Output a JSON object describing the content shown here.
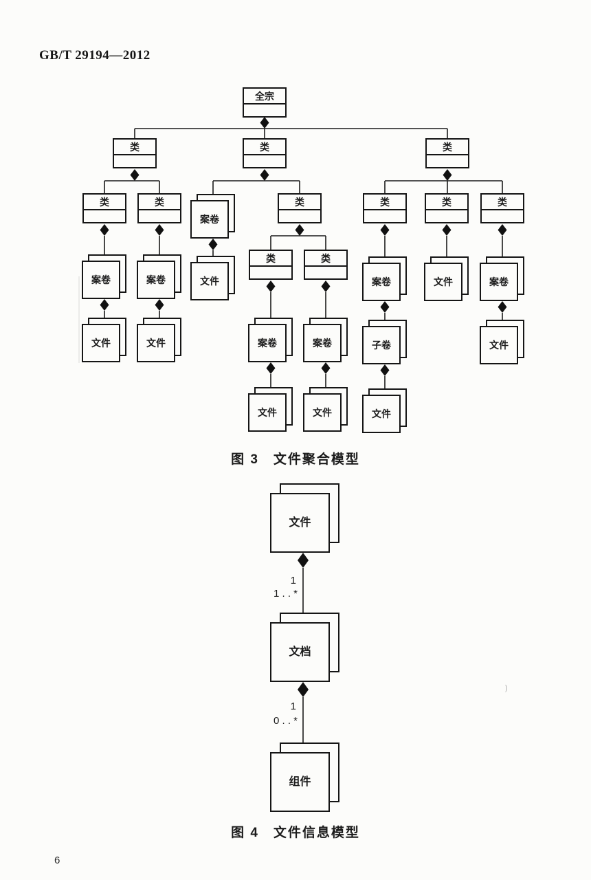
{
  "colors": {
    "paper": "#fcfcfa",
    "ink": "#1b1b1b"
  },
  "header": {
    "doc_code": "GB/T 29194—2012"
  },
  "footer": {
    "page_number": "6"
  },
  "fig3": {
    "caption": "图 3　文件聚合模型",
    "node_labels": {
      "fonds": "全宗",
      "class": "类",
      "folder": "案卷",
      "file": "文件",
      "sub_folder": "子卷"
    },
    "hierarchy": {
      "label": "全宗",
      "children": [
        {
          "label": "类",
          "children": [
            {
              "label": "类",
              "children": [
                {
                  "label": "案卷",
                  "children": [
                    {
                      "label": "文件"
                    }
                  ]
                }
              ]
            },
            {
              "label": "类",
              "children": [
                {
                  "label": "案卷",
                  "children": [
                    {
                      "label": "文件"
                    }
                  ]
                }
              ]
            }
          ]
        },
        {
          "label": "类",
          "children": [
            {
              "label": "案卷",
              "children": [
                {
                  "label": "文件"
                }
              ]
            },
            {
              "label": "类",
              "children": [
                {
                  "label": "类",
                  "children": [
                    {
                      "label": "案卷",
                      "children": [
                        {
                          "label": "文件"
                        }
                      ]
                    }
                  ]
                },
                {
                  "label": "类",
                  "children": [
                    {
                      "label": "案卷",
                      "children": [
                        {
                          "label": "文件"
                        }
                      ]
                    }
                  ]
                }
              ]
            }
          ]
        },
        {
          "label": "类",
          "children": [
            {
              "label": "类",
              "children": [
                {
                  "label": "案卷",
                  "children": [
                    {
                      "label": "子卷",
                      "children": [
                        {
                          "label": "文件"
                        }
                      ]
                    }
                  ]
                }
              ]
            },
            {
              "label": "类",
              "children": [
                {
                  "label": "文件"
                }
              ]
            },
            {
              "label": "类",
              "children": [
                {
                  "label": "案卷",
                  "children": [
                    {
                      "label": "文件"
                    }
                  ]
                }
              ]
            }
          ]
        }
      ]
    }
  },
  "fig4": {
    "caption": "图 4　文件信息模型",
    "node_labels": {
      "file": "文件",
      "document": "文档",
      "component": "组件"
    },
    "links": [
      {
        "from": "文件",
        "to": "文档",
        "from_mult": "1",
        "to_mult": "1 . . *"
      },
      {
        "from": "文档",
        "to": "组件",
        "from_mult": "1",
        "to_mult": "0 . . *"
      }
    ]
  },
  "scan_artifact": ")"
}
